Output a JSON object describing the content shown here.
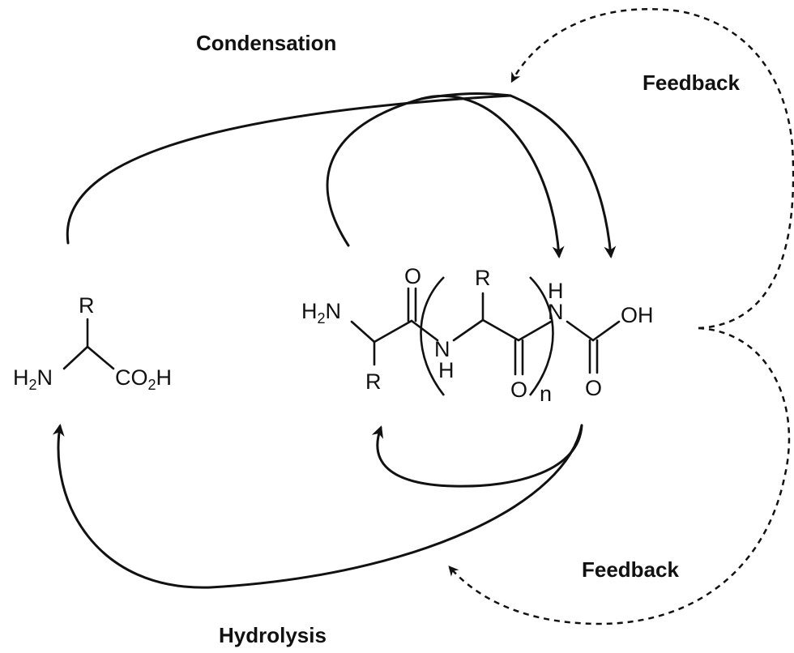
{
  "labels": {
    "condensation": "Condensation",
    "hydrolysis": "Hydrolysis",
    "feedback_top": "Feedback",
    "feedback_bottom": "Feedback"
  },
  "monomer": {
    "r_group": "R",
    "amine": "H",
    "amine_sub": "2",
    "amine_n": "N",
    "acid": "CO",
    "acid_sub": "2",
    "acid_h": "H"
  },
  "polymer": {
    "nterm_h": "H",
    "nterm_sub": "2",
    "nterm_n": "N",
    "r_lower": "R",
    "o_first": "O",
    "nh_n": "N",
    "nh_h": "H",
    "r_repeat": "R",
    "o_repeat": "O",
    "repeat_index": "n",
    "end_h": "H",
    "end_n": "N",
    "carbamic_oh": "OH",
    "carbamic_o": "O"
  }
}
